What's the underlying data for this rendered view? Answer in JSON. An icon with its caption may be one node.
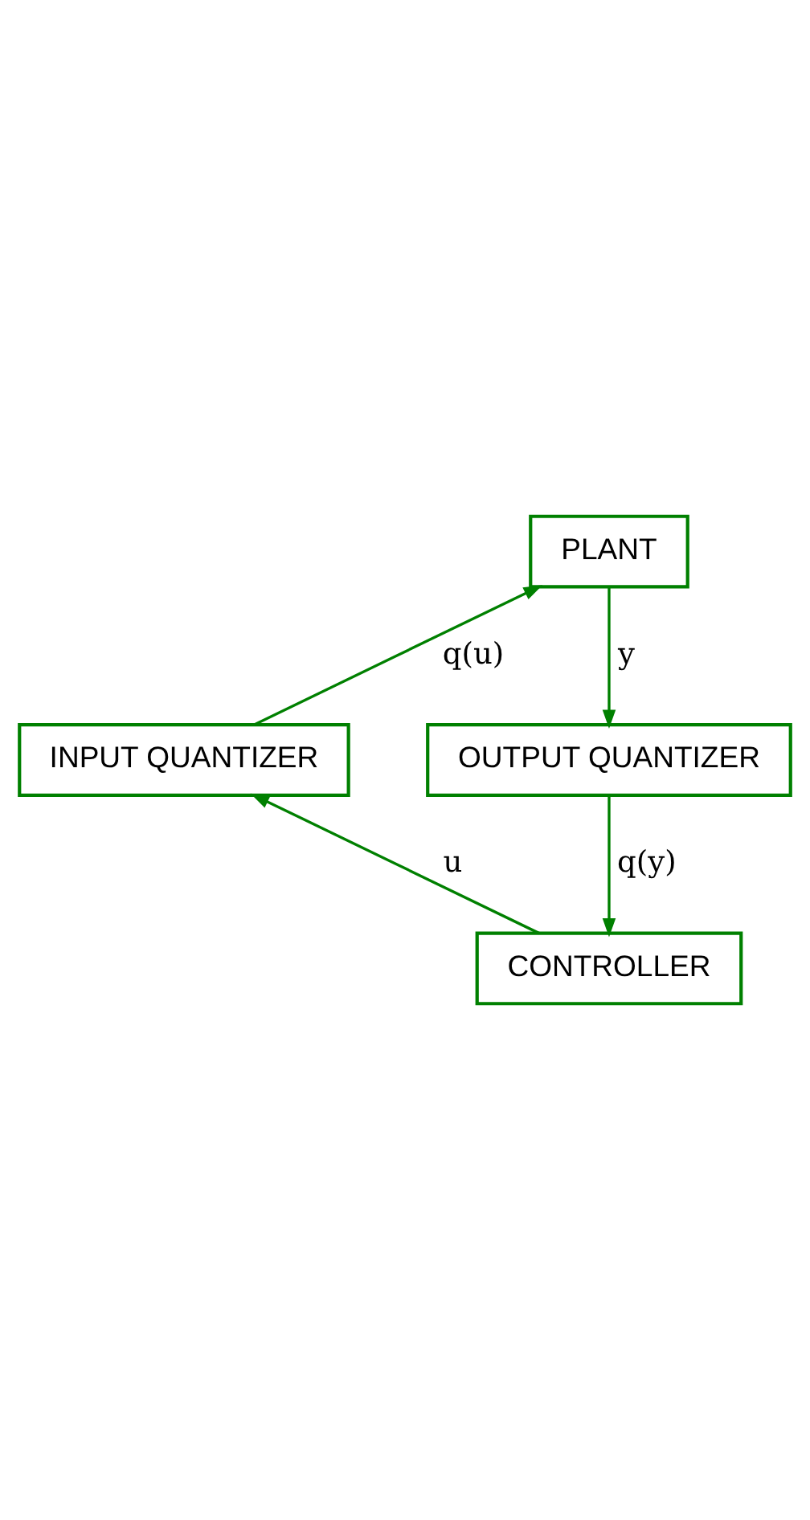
{
  "diagram": {
    "nodes": [
      {
        "text": [
          "PLANT"
        ]
      },
      {
        "text": [
          "OUTPUT QUANTIZER"
        ]
      },
      {
        "text": [
          "CONTROLLER"
        ]
      },
      {
        "text": [
          "INPUT QUANTIZER"
        ]
      }
    ],
    "edges": [
      {
        "from": 0,
        "to": 1,
        "arrow": "to",
        "label": "y"
      },
      {
        "from": 1,
        "to": 2,
        "arrow": "to",
        "label": "q(y)"
      },
      {
        "from": 2,
        "to": 3,
        "arrow": "to",
        "label": "u"
      },
      {
        "from": 3,
        "to": 0,
        "arrow": "to",
        "label": "q(u)"
      }
    ]
  }
}
